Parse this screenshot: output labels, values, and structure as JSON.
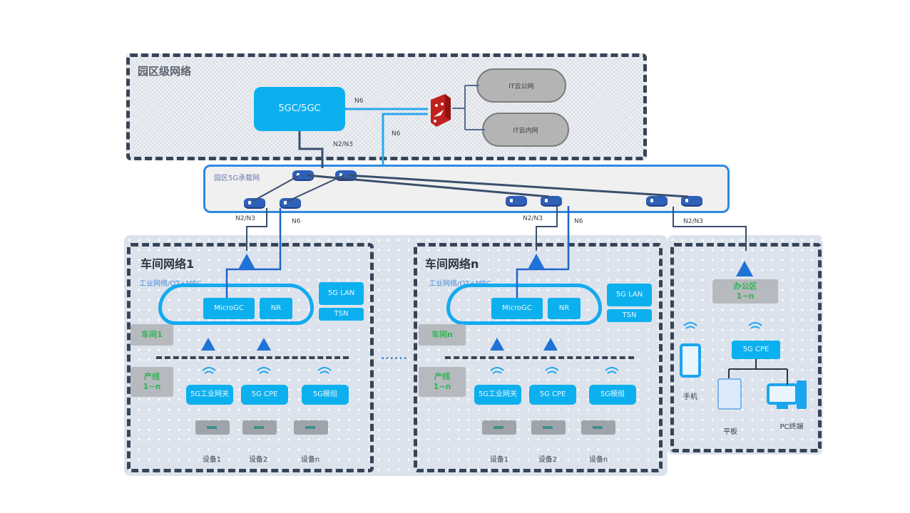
{
  "campus": {
    "title": "园区级网络",
    "core_box": "5GC/5GC",
    "firewall_icon": "firewall-icon",
    "clouds": [
      "IT云公网",
      "IT云内网"
    ],
    "link_labels": {
      "n6_top": "N6",
      "n6_mid": "N6",
      "n2n3": "N2/N3"
    }
  },
  "bearer": {
    "title": "园区5G承载网",
    "link_labels": [
      "N2/N3",
      "N6",
      "N2/N3",
      "N6",
      "N2/N3"
    ]
  },
  "workshops": [
    {
      "title": "车间网络1",
      "cloud_label": "工业网络/OT+MEC",
      "cloud_boxes": [
        "MicroGC",
        "NR"
      ],
      "side_boxes": [
        "5G LAN",
        "TSN"
      ],
      "area_tag": "车间1",
      "line_tag": "产线\n1~n",
      "terminals": [
        "5G工业网关",
        "5G CPE",
        "5G模组"
      ],
      "devices": [
        "设备1",
        "设备2",
        "设备n"
      ]
    },
    {
      "title": "车间网络n",
      "cloud_label": "工业网络/OT+MEC",
      "cloud_boxes": [
        "MicroGC",
        "NR"
      ],
      "side_boxes": [
        "5G LAN",
        "TSN"
      ],
      "area_tag": "车间n",
      "line_tag": "产线\n1~n",
      "terminals": [
        "5G工业网关",
        "5G CPE",
        "5G模组"
      ],
      "devices": [
        "设备1",
        "设备2",
        "设备n"
      ]
    }
  ],
  "ellipsis": "......",
  "office": {
    "tag": "办公区\n1~n",
    "cpe": "5G CPE",
    "devices": [
      "手机",
      "平板",
      "PC终端"
    ]
  },
  "colors": {
    "accent_blue": "#0db0ee",
    "dark_dash": "#364458",
    "firewall_red": "#c0201e",
    "router_blue": "#2f5fb7",
    "green_text": "#2db453"
  }
}
